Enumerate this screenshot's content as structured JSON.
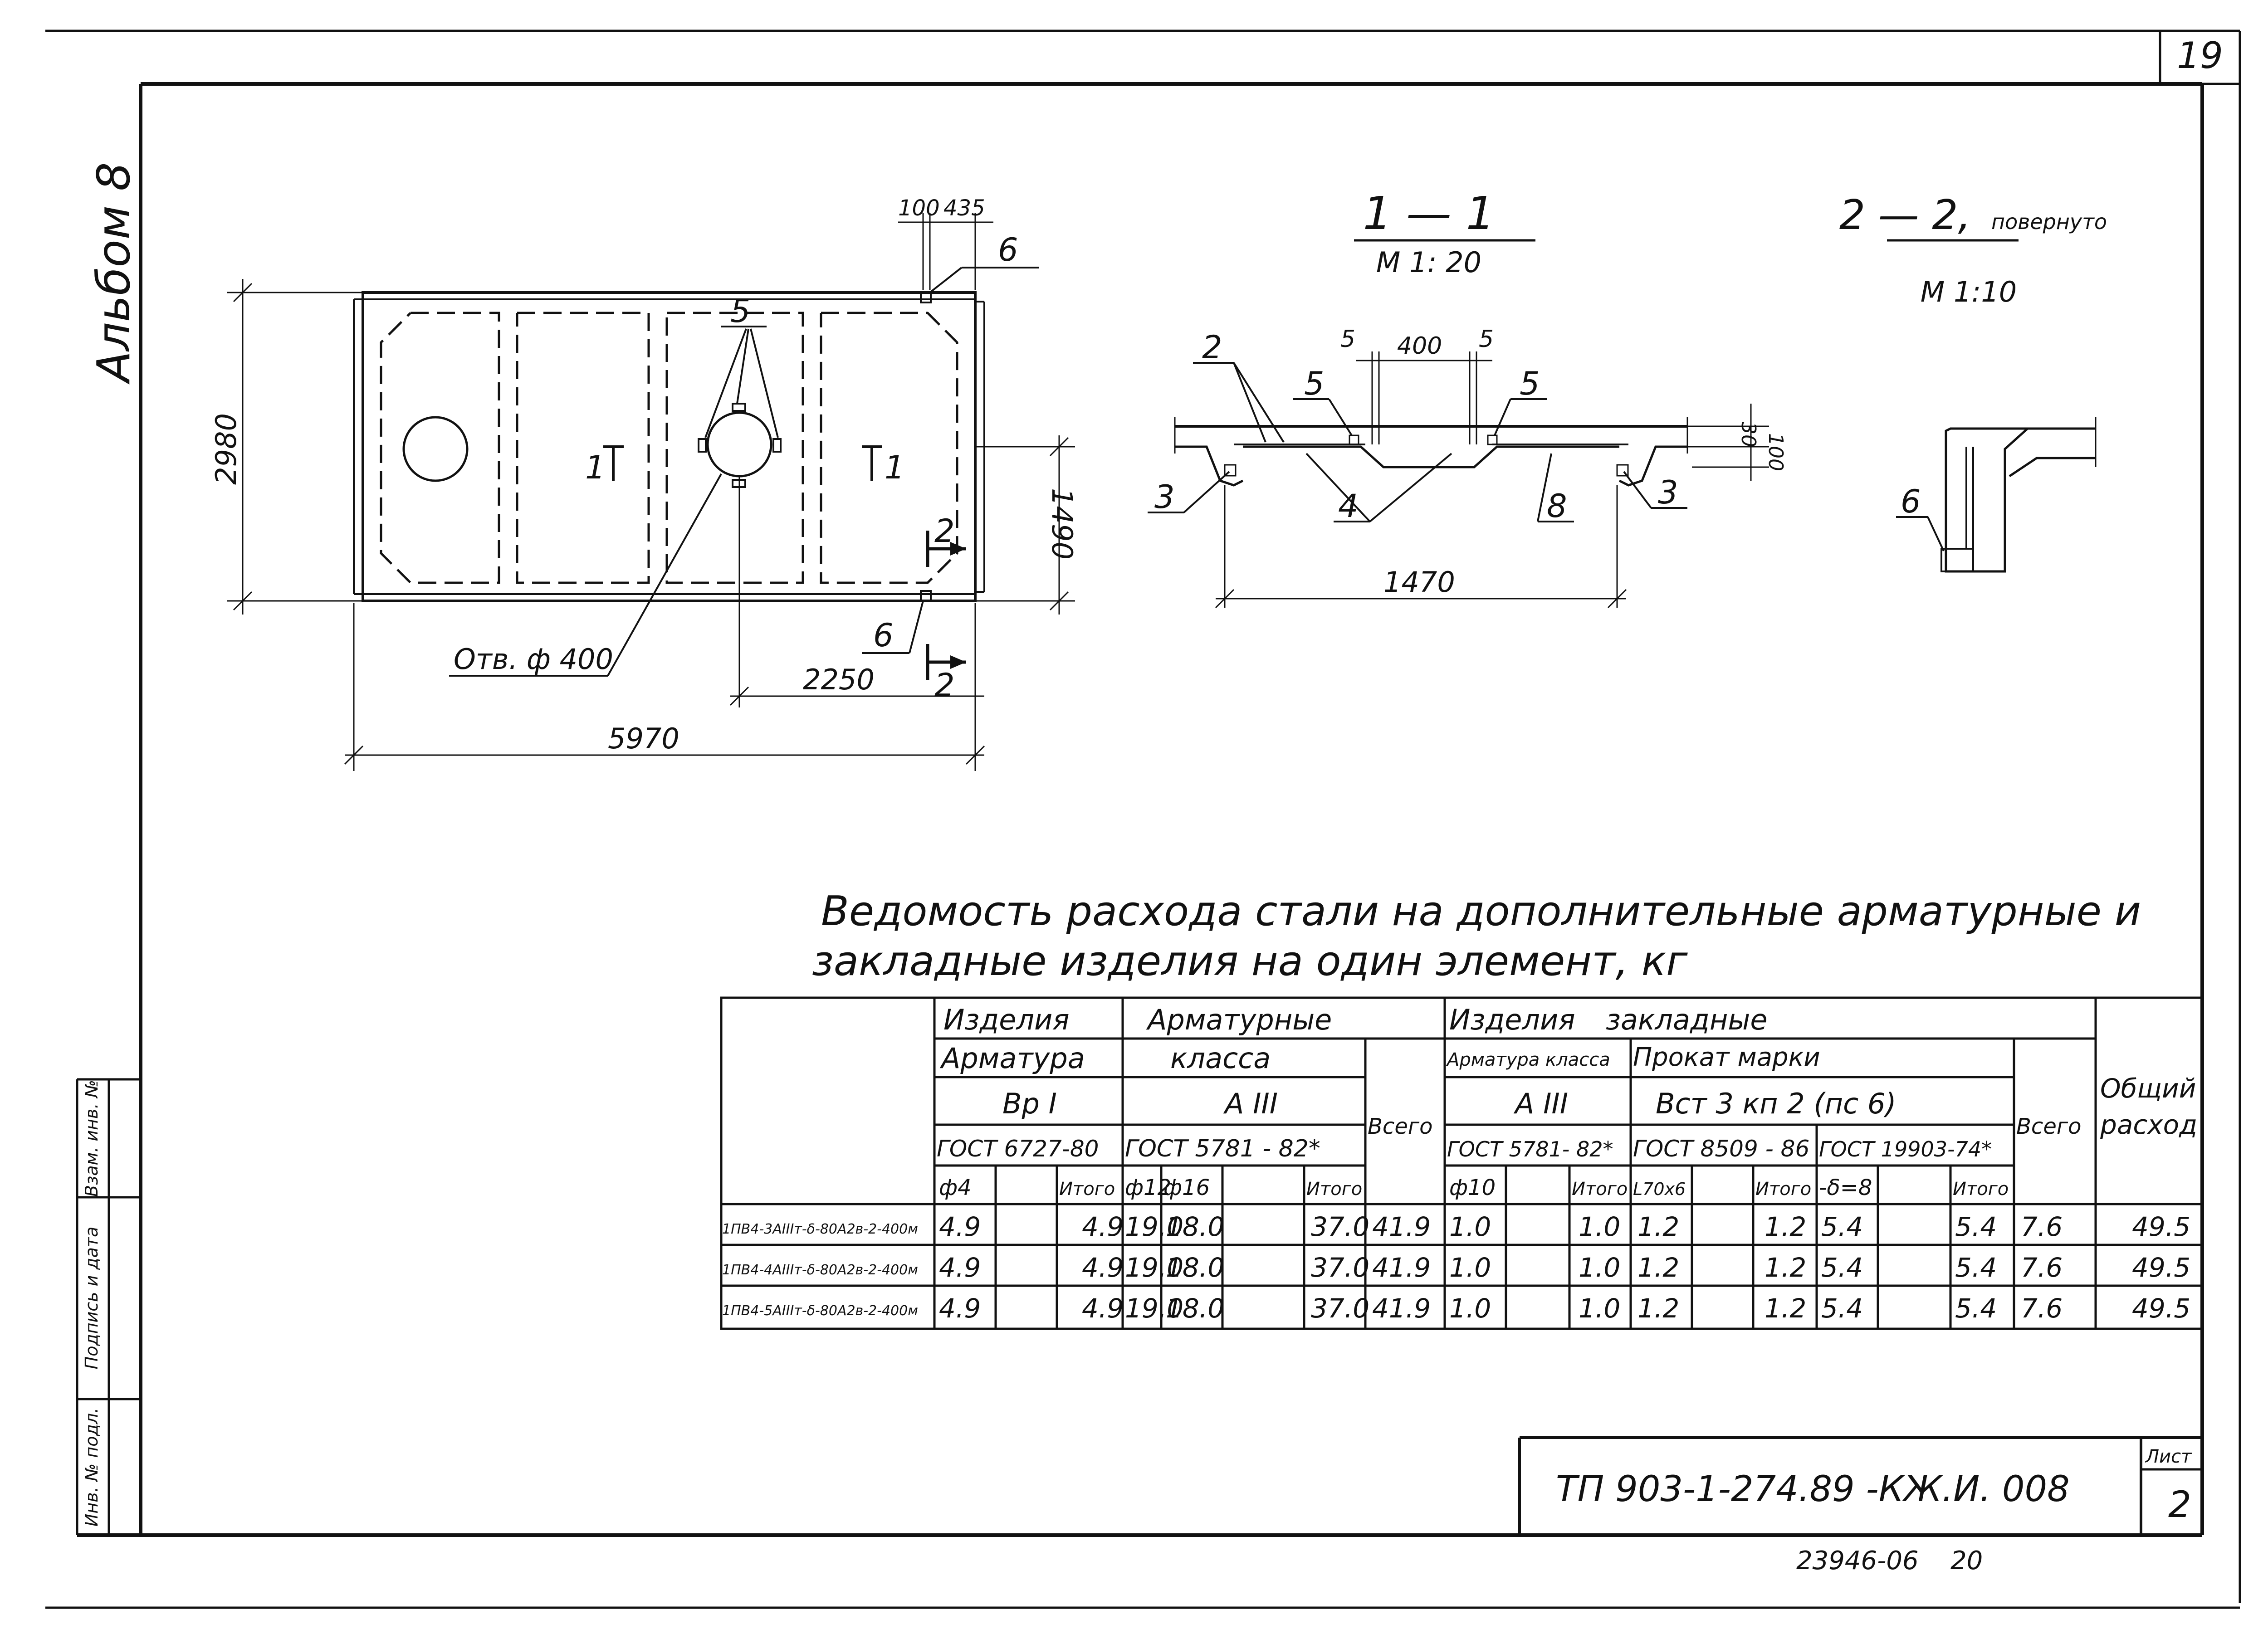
{
  "sheet_number": "19",
  "album_label": "Альбом 8",
  "plan": {
    "dim_100": "100",
    "dim_435": "435",
    "dim_2980": "2980",
    "dim_1490": "1490",
    "dim_2250": "2250",
    "dim_5970": "5970",
    "hole_label": "Отв. ф 400",
    "callout_5": "5",
    "callout_6a": "6",
    "callout_6b": "6",
    "section1_a": "1",
    "section1_b": "1",
    "section2_a": "2",
    "section2_b": "2"
  },
  "section_1": {
    "title": "1 — 1",
    "scale": "М 1: 20",
    "dim_400": "400",
    "dim_5a": "5",
    "dim_5b": "5",
    "dim_30": "30",
    "dim_100": "100",
    "dim_1470": "1470",
    "callout_2": "2",
    "callout_5a": "5",
    "callout_5b": "5",
    "callout_3a": "3",
    "callout_3b": "3",
    "callout_4": "4",
    "callout_8": "8"
  },
  "section_2": {
    "title": "2 — 2,",
    "title_suffix": "повернуто",
    "scale": "М 1:10",
    "callout_6": "6"
  },
  "table": {
    "title_line1": "Ведомость расхода стали на дополнительные арматурные и",
    "title_line2": "закладные изделия на один элемент, кг",
    "h_izd_arm_1": "Изделия",
    "h_izd_arm_2": "Арматурные",
    "h_armatura": "Арматура",
    "h_klassa": "класса",
    "h_bp1": "Вр I",
    "h_a3": "А III",
    "h_vsego1": "Всего",
    "h_gost6727": "ГОСТ 6727-80",
    "h_gost5781": "ГОСТ 5781 - 82*",
    "h_izd_zakl_1": "Изделия",
    "h_izd_zakl_2": "закладные",
    "h_arm_klassa": "Арматура класса",
    "h_prokat": "Прокат марки",
    "h_a3b": "А III",
    "h_vst3": "Вст 3 кп 2 (пс 6)",
    "h_gost5781b": "ГОСТ 5781- 82*",
    "h_gost8509": "ГОСТ 8509 - 86",
    "h_gost19903": "ГОСТ 19903-74*",
    "h_vsego2": "Всего",
    "h_obshiy1": "Общий",
    "h_obshiy2": "расход",
    "sub_f4": "ф4",
    "sub_itogo1": "Итого",
    "sub_f12": "ф12",
    "sub_f16": "ф16",
    "sub_itogo2": "Итого",
    "sub_f10": "ф10",
    "sub_itogo3": "Итого",
    "sub_l70": "L70x6",
    "sub_itogo4": "Итого",
    "sub_d8": "-δ=8",
    "sub_itogo5": "Итого",
    "rows": [
      {
        "name": "1ПВ4-3АIIIт-δ-80А2в-2-400м",
        "f4": "4.9",
        "e1": "",
        "it1": "4.9",
        "f12": "19.0",
        "f16": "18.0",
        "e2": "",
        "it2": "37.0",
        "vs1": "41.9",
        "f10": "1.0",
        "e3": "",
        "it3": "1.0",
        "l70": "1.2",
        "e4": "",
        "it4": "1.2",
        "d8": "5.4",
        "e5": "",
        "it5": "5.4",
        "vs2": "7.6",
        "total": "49.5"
      },
      {
        "name": "1ПВ4-4АIIIт-δ-80А2в-2-400м",
        "f4": "4.9",
        "e1": "",
        "it1": "4.9",
        "f12": "19.0",
        "f16": "18.0",
        "e2": "",
        "it2": "37.0",
        "vs1": "41.9",
        "f10": "1.0",
        "e3": "",
        "it3": "1.0",
        "l70": "1.2",
        "e4": "",
        "it4": "1.2",
        "d8": "5.4",
        "e5": "",
        "it5": "5.4",
        "vs2": "7.6",
        "total": "49.5"
      },
      {
        "name": "1ПВ4-5АIIIт-δ-80А2в-2-400м",
        "f4": "4.9",
        "e1": "",
        "it1": "4.9",
        "f12": "19.0",
        "f16": "18.0",
        "e2": "",
        "it2": "37.0",
        "vs1": "41.9",
        "f10": "1.0",
        "e3": "",
        "it3": "1.0",
        "l70": "1.2",
        "e4": "",
        "it4": "1.2",
        "d8": "5.4",
        "e5": "",
        "it5": "5.4",
        "vs2": "7.6",
        "total": "49.5"
      }
    ]
  },
  "side_stamp": {
    "c1": "Инв. № подл.",
    "c2": "Подпись и дата",
    "c3": "Взам. инв. №"
  },
  "title_block": {
    "code": "ТП 903-1-274.89 -КЖ.И. 008",
    "list_label": "Лист",
    "list_value": "2",
    "footer_number": "23946-06",
    "footer_page": "20"
  }
}
